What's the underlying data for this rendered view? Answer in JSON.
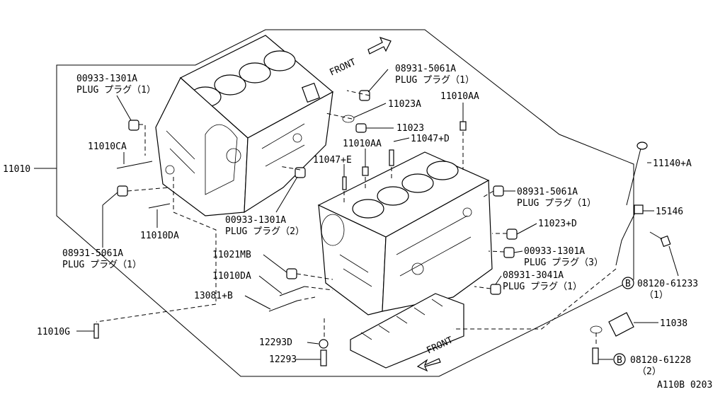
{
  "diagram": {
    "code": "A110B 0203",
    "front_labels": [
      "FRONT",
      "FRONT"
    ],
    "callouts": [
      {
        "id": "c1",
        "line1": "00933-1301A",
        "line2": "PLUG プラグ（1）"
      },
      {
        "id": "c2",
        "line1": "11010CA"
      },
      {
        "id": "c3",
        "line1": "11010"
      },
      {
        "id": "c4",
        "line1": "11010DA"
      },
      {
        "id": "c5",
        "line1": "08931-5061A",
        "line2": "PLUG プラグ（1）"
      },
      {
        "id": "c6",
        "line1": "11010G"
      },
      {
        "id": "c7",
        "line1": "08931-5061A",
        "line2": "PLUG プラグ（1）"
      },
      {
        "id": "c8",
        "line1": "11023A"
      },
      {
        "id": "c9",
        "line1": "11023"
      },
      {
        "id": "c10",
        "line1": "11010AA"
      },
      {
        "id": "c11",
        "line1": "11010AA"
      },
      {
        "id": "c12",
        "line1": "11047+D"
      },
      {
        "id": "c13",
        "line1": "11047+E"
      },
      {
        "id": "c14",
        "line1": "00933-1301A",
        "line2": "PLUG プラグ（2）"
      },
      {
        "id": "c15",
        "line1": "11021MB"
      },
      {
        "id": "c16",
        "line1": "11010DA"
      },
      {
        "id": "c17",
        "line1": "13081+B"
      },
      {
        "id": "c18",
        "line1": "12293D"
      },
      {
        "id": "c19",
        "line1": "12293"
      },
      {
        "id": "c20",
        "line1": "08931-5061A",
        "line2": "PLUG プラグ（1）"
      },
      {
        "id": "c21",
        "line1": "11023+D"
      },
      {
        "id": "c22",
        "line1": "00933-1301A",
        "line2": "PLUG プラグ（3）"
      },
      {
        "id": "c23",
        "line1": "08931-3041A",
        "line2": "PLUG プラグ（1）"
      },
      {
        "id": "c24",
        "line1": "11140+A"
      },
      {
        "id": "c25",
        "line1": "15146"
      },
      {
        "id": "c26",
        "badge": "B",
        "line1": "08120-61233",
        "line2": "（1）"
      },
      {
        "id": "c27",
        "line1": "11038"
      },
      {
        "id": "c28",
        "badge": "B",
        "line1": "08120-61228",
        "line2": "（2）"
      }
    ]
  }
}
